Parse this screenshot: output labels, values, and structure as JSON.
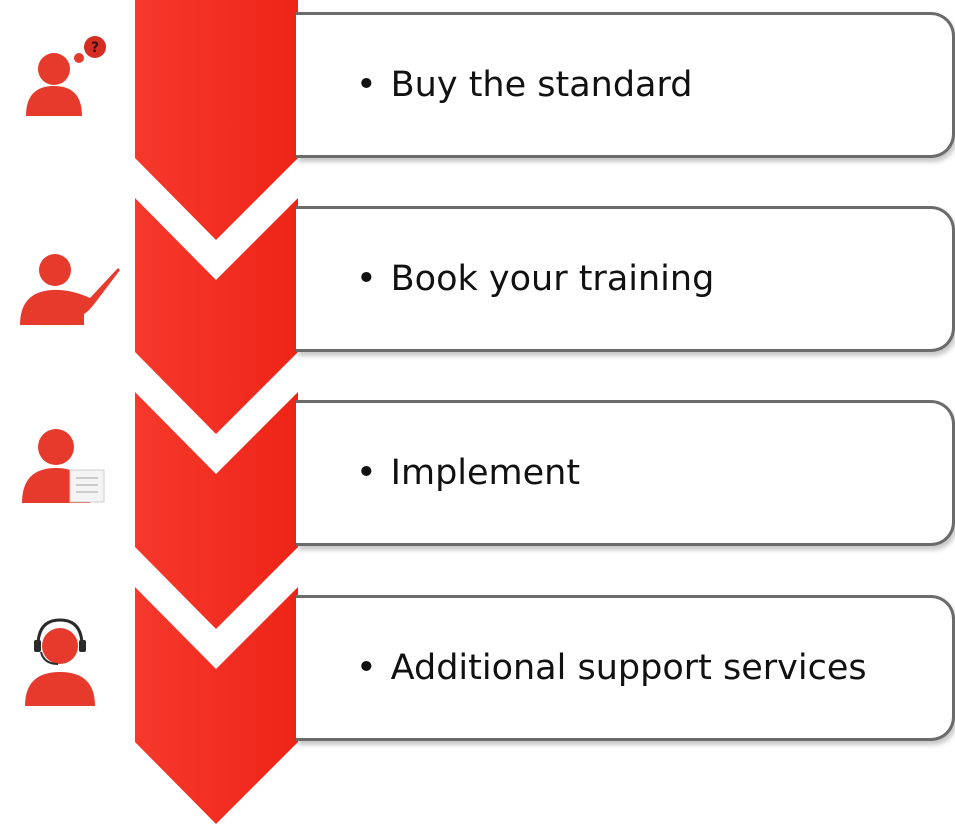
{
  "colors": {
    "chevron": "#f22a1e",
    "icon": "#e83a2c",
    "border": "#6b6b6b"
  },
  "bullet": "•",
  "steps": [
    {
      "label": "Buy the standard",
      "icon": "person-question-icon"
    },
    {
      "label": "Book your training",
      "icon": "person-presenter-icon"
    },
    {
      "label": "Implement",
      "icon": "person-document-icon"
    },
    {
      "label": "Additional support services",
      "icon": "person-headset-icon"
    }
  ]
}
